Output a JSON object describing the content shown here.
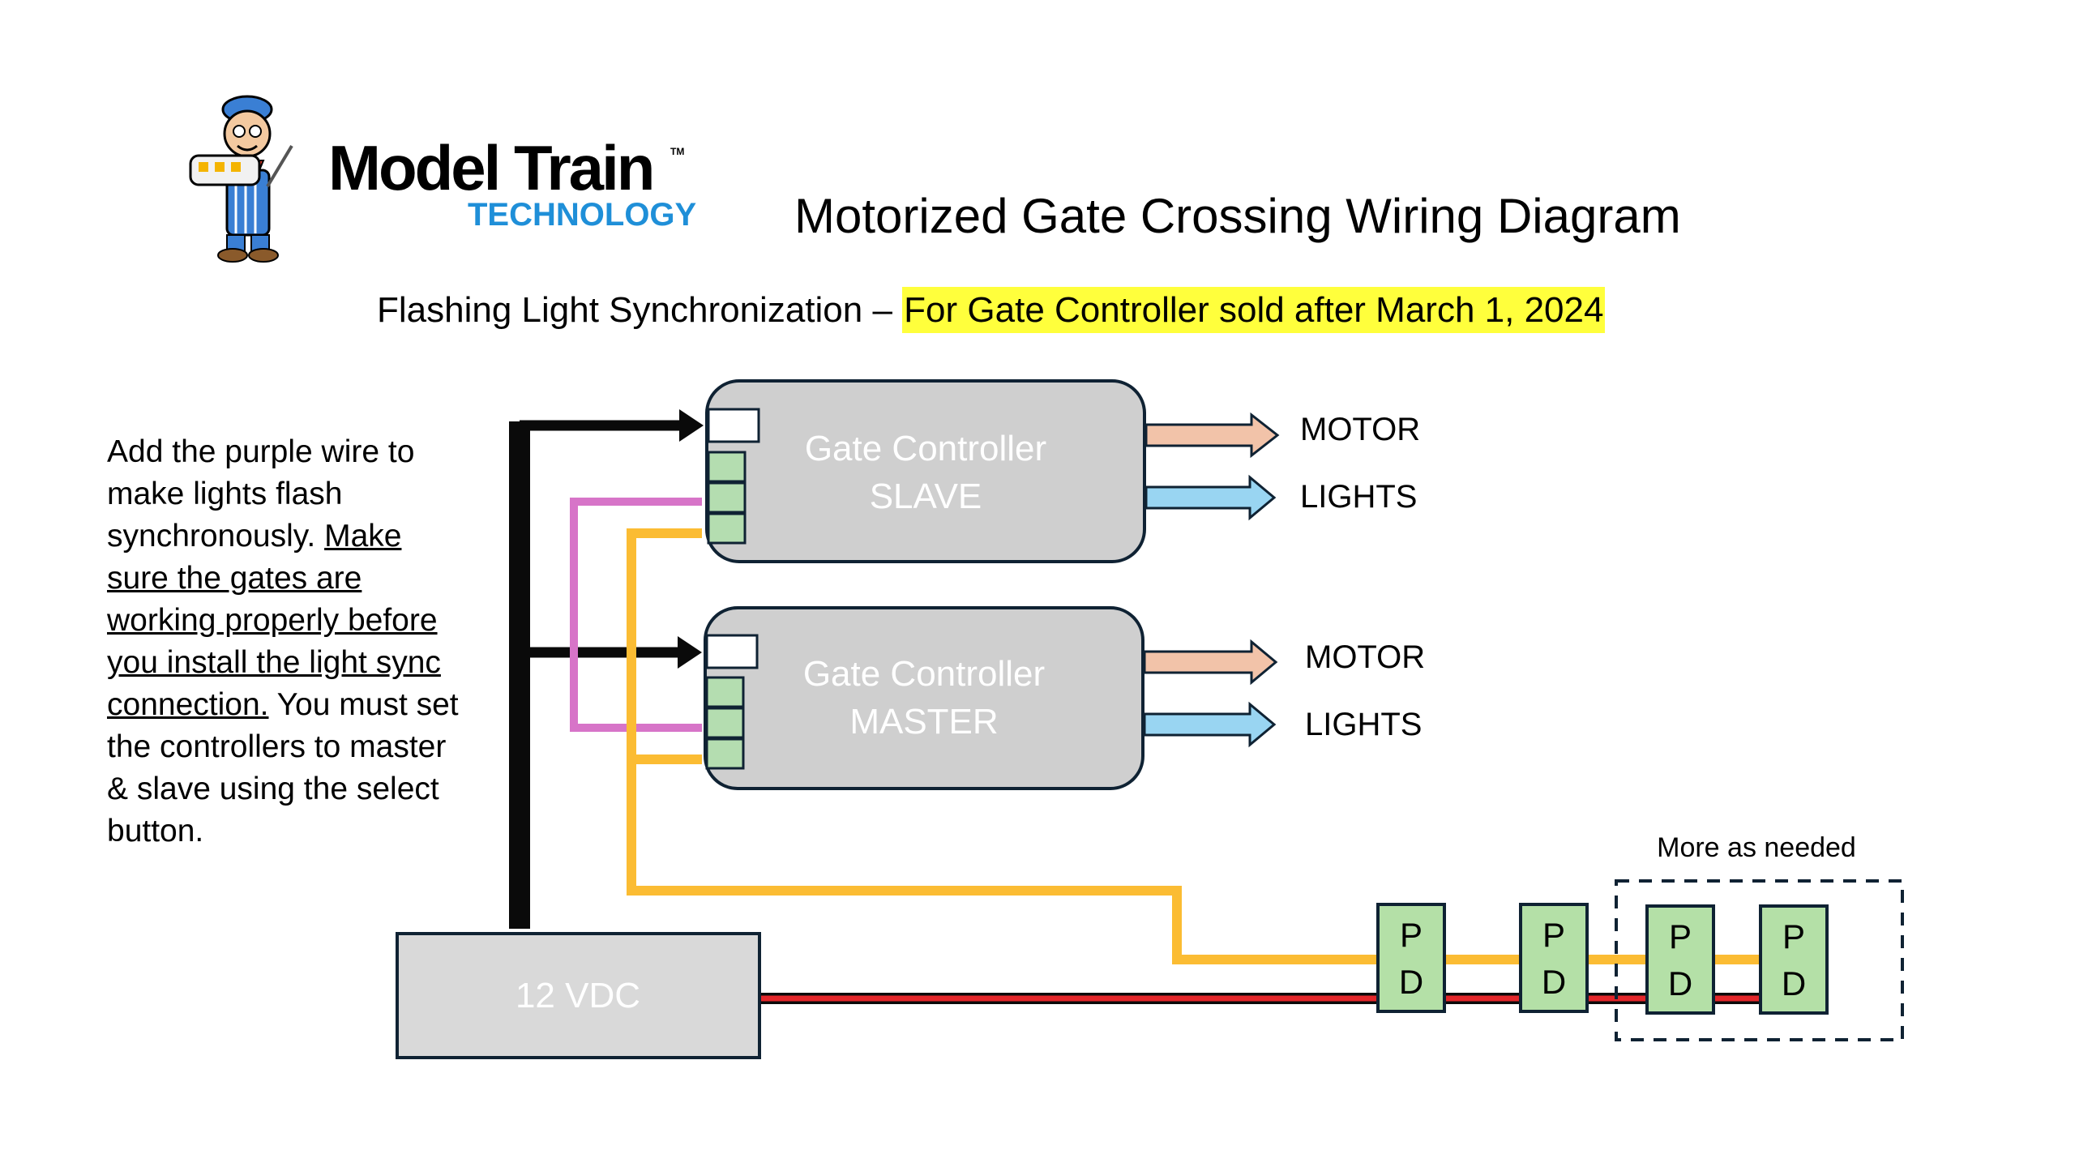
{
  "logo": {
    "name": "Model Train",
    "tm": "TM",
    "tagline": "TECHNOLOGY"
  },
  "title": "Motorized Gate Crossing Wiring Diagram",
  "subtitle": {
    "prefix": "Flashing Light Synchronization – ",
    "highlight": "For Gate Controller sold after March 1, 2024"
  },
  "note": {
    "plain1": "Add the purple wire to make lights flash synchronously. ",
    "underlined": "Make sure the gates are working properly before you install the light sync connection.",
    "plain2": " You must set the controllers to master & slave using the select button."
  },
  "controllers": {
    "slave": {
      "line1": "Gate Controller",
      "line2": "SLAVE"
    },
    "master": {
      "line1": "Gate Controller",
      "line2": "MASTER"
    }
  },
  "outputs": {
    "motor": "MOTOR",
    "lights": "LIGHTS"
  },
  "power_supply": "12 VDC",
  "pd_label": {
    "line1": "P",
    "line2": "D"
  },
  "more_label": "More as needed",
  "colors": {
    "black_wire": "#0a0a0a",
    "purple_wire": "#d774c8",
    "yellow_wire": "#fbbc33",
    "red_wire": "#e3262a",
    "motor_arrow": "#f2c3a9",
    "lights_arrow": "#99d5f2",
    "controller_fill": "#cfcfcf",
    "terminal_fill": "#b4ddb0",
    "pd_fill": "#b4e0a7",
    "power_fill": "#d9d9d9",
    "highlight": "#ffff3c",
    "logo_blue": "#1f8fd8"
  }
}
